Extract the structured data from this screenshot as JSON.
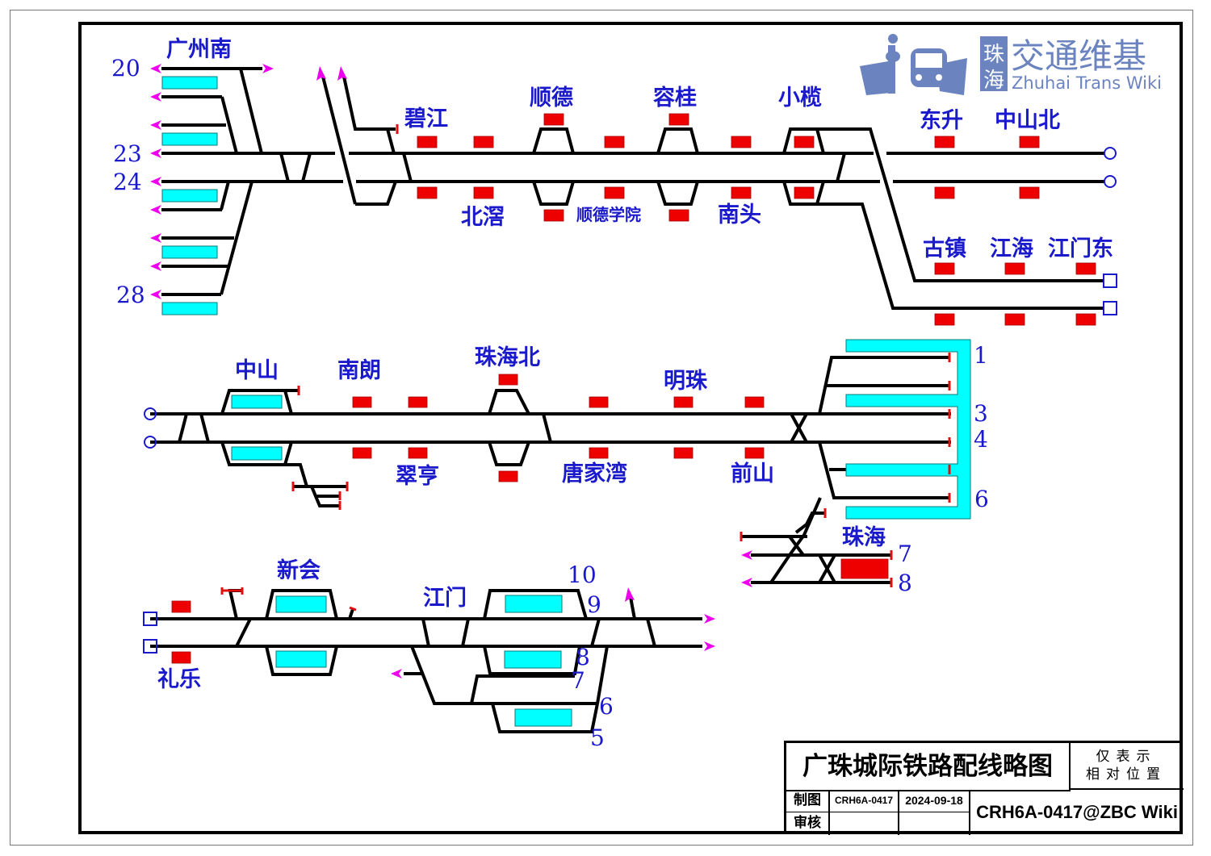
{
  "diagram": {
    "title": "广珠城际铁路配线略图",
    "note_line1": "仅表示",
    "note_line2": "相对位置",
    "drawn_by_label": "制图",
    "reviewed_by_label": "审核",
    "drawn_by": "CRH6A-0417",
    "date": "2024-09-18",
    "reviewer": "",
    "review_date": "",
    "credit": "CRH6A-0417@ZBC Wiki"
  },
  "logo": {
    "badge_top": "珠",
    "badge_bottom": "海",
    "name_cn": "交通维基",
    "name_en": "Zhuhai Trans Wiki",
    "color": "#6b84c0"
  },
  "colors": {
    "station_label": "#1a1acc",
    "track": "#000000",
    "platform": "#00ffff",
    "signal": "#ee0000",
    "direction_arrow": "#ee00ee"
  },
  "stations": {
    "guangzhounan": "广州南",
    "bijiang": "碧江",
    "beijiao": "北滘",
    "shunde": "顺德",
    "shunde_xueyuan": "顺德学院",
    "ronggui": "容桂",
    "nantou": "南头",
    "xiaolan": "小榄",
    "dongsheng": "东升",
    "zhongshanbei": "中山北",
    "guzhen": "古镇",
    "jianghai": "江海",
    "jiangmendong": "江门东",
    "zhongshan": "中山",
    "nanlang": "南朗",
    "cuiheng": "翠亨",
    "zhuhaibei": "珠海北",
    "tangjiawan": "唐家湾",
    "mingzhu": "明珠",
    "qianshan": "前山",
    "zhuhai": "珠海",
    "xinhui": "新会",
    "jiangmen": "江门",
    "lile": "礼乐"
  },
  "track_numbers": {
    "gzn_20": "20",
    "gzn_23": "23",
    "gzn_24": "24",
    "gzn_28": "28",
    "zh_1": "1",
    "zh_3": "3",
    "zh_4": "4",
    "zh_6": "6",
    "zh_7": "7",
    "zh_8": "8",
    "jm_10": "10",
    "jm_9": "9",
    "jm_8": "8",
    "jm_7": "7",
    "jm_6": "6",
    "jm_5": "5"
  }
}
